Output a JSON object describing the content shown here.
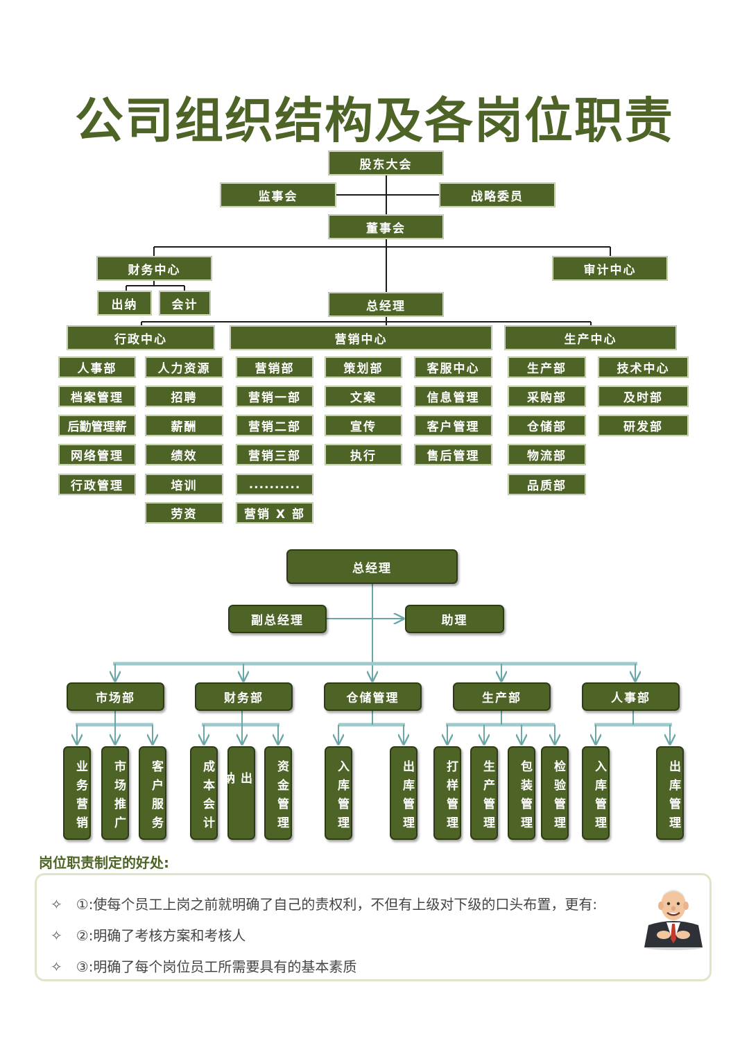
{
  "title": "公司组织结构及各岗位职责",
  "chart1": {
    "shareholders": "股东大会",
    "supervisory": "监事会",
    "strategy": "战略委员",
    "board": "董事会",
    "finance_center": "财务中心",
    "audit_center": "审计中心",
    "cashier": "出纳",
    "accounting": "会计",
    "gm": "总经理",
    "admin_center": "行政中心",
    "marketing_center": "营销中心",
    "production_center": "生产中心",
    "columns": [
      [
        "人事部",
        "档案管理",
        "后勤管理薪",
        "网络管理",
        "行政管理"
      ],
      [
        "人力资源",
        "招聘",
        "薪酬",
        "绩效",
        "培训",
        "劳资"
      ],
      [
        "营销部",
        "营销一部",
        "营销二部",
        "营销三部",
        "..........",
        "营销 X 部"
      ],
      [
        "策划部",
        "文案",
        "宣传",
        "执行"
      ],
      [
        "客服中心",
        "信息管理",
        "客户管理",
        "售后管理"
      ],
      [
        "生产部",
        "采购部",
        "仓储部",
        "物流部",
        "品质部"
      ],
      [
        "技术中心",
        "及时部",
        "研发部"
      ]
    ]
  },
  "chart2": {
    "gm": "总经理",
    "vice_gm": "副总经理",
    "assistant": "助理",
    "departments": [
      {
        "name": "市场部",
        "items": [
          "业务营销",
          "市场推广",
          "客户服务"
        ]
      },
      {
        "name": "财务部",
        "items": [
          "成本会计",
          "出纳",
          "资金管理"
        ]
      },
      {
        "name": "仓储管理",
        "items": [
          "入库管理",
          "出库管理"
        ]
      },
      {
        "name": "生产部",
        "items": [
          "打样管理",
          "生产管理",
          "包装管理",
          "检验管理"
        ]
      },
      {
        "name": "人事部",
        "items": [
          "入库管理",
          "出库管理"
        ]
      }
    ]
  },
  "benefits": {
    "title": "岗位职责制定的好处:",
    "items": [
      "①:使每个员工上岗之前就明确了自己的责权利，不但有上级对下级的口头布置，更有:",
      "②:明确了考核方案和考核人",
      "③:明确了每个岗位员工所需要具有的基本素质"
    ]
  },
  "colors": {
    "box": "#4e6426",
    "title": "#4e6426",
    "connector2": "#8fc1c1"
  },
  "icons": [
    "bullet-star-icon",
    "businessman-illustration"
  ]
}
